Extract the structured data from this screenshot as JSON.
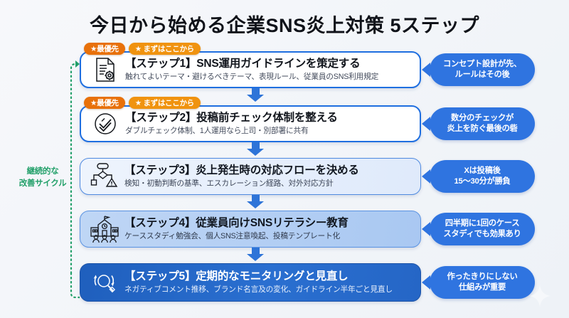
{
  "page": {
    "title": "今日から始める企業SNS炎上対策 5ステップ",
    "background_color": "#f4f6f9",
    "accent_color": "#2f74e0",
    "badge_priority_color": "#e8710a",
    "badge_start_color": "#f0930f",
    "cycle_color": "#23a06a"
  },
  "badges": {
    "priority": "★最優先",
    "start_here": "★ まずはここから"
  },
  "cycle": {
    "label_line1": "継続的な",
    "label_line2": "改善サイクル"
  },
  "steps": [
    {
      "icon": "document-gear-icon",
      "headline": "【ステップ1】SNS運用ガイドラインを策定する",
      "sub": "触れてよいテーマ・避けるべきテーマ、表現ルール、従業員のSNS利用規定",
      "has_badges": true,
      "callout_line1": "コンセプト設計が先、",
      "callout_line2": "ルールはその後"
    },
    {
      "icon": "double-check-circle-icon",
      "headline": "【ステップ2】投稿前チェック体制を整える",
      "sub": "ダブルチェック体制、1人運用なら上司・別部署に共有",
      "has_badges": true,
      "callout_line1": "数分のチェックが",
      "callout_line2": "炎上を防ぐ最後の砦"
    },
    {
      "icon": "flowchart-warning-icon",
      "headline": "【ステップ3】炎上発生時の対応フローを決める",
      "sub": "検知・初動判断の基準、エスカレーション経路、対外対応方針",
      "has_badges": false,
      "callout_line1": "Xは投稿後",
      "callout_line2": "15〜30分が勝負"
    },
    {
      "icon": "school-people-icon",
      "headline": "【ステップ4】従業員向けSNSリテラシー教育",
      "sub": "ケーススタディ勉強会、個人SNS注意喚起、投稿テンプレート化",
      "has_badges": false,
      "callout_line1": "四半期に1回のケース",
      "callout_line2": "スタディでも効果あり"
    },
    {
      "icon": "magnifier-refresh-icon",
      "headline": "【ステップ5】定期的なモニタリングと見直し",
      "sub": "ネガティブコメント推移、ブランド名言及の変化、ガイドライン半年ごと見直し",
      "has_badges": false,
      "callout_line1": "作ったきりにしない",
      "callout_line2": "仕組みが重要"
    }
  ]
}
